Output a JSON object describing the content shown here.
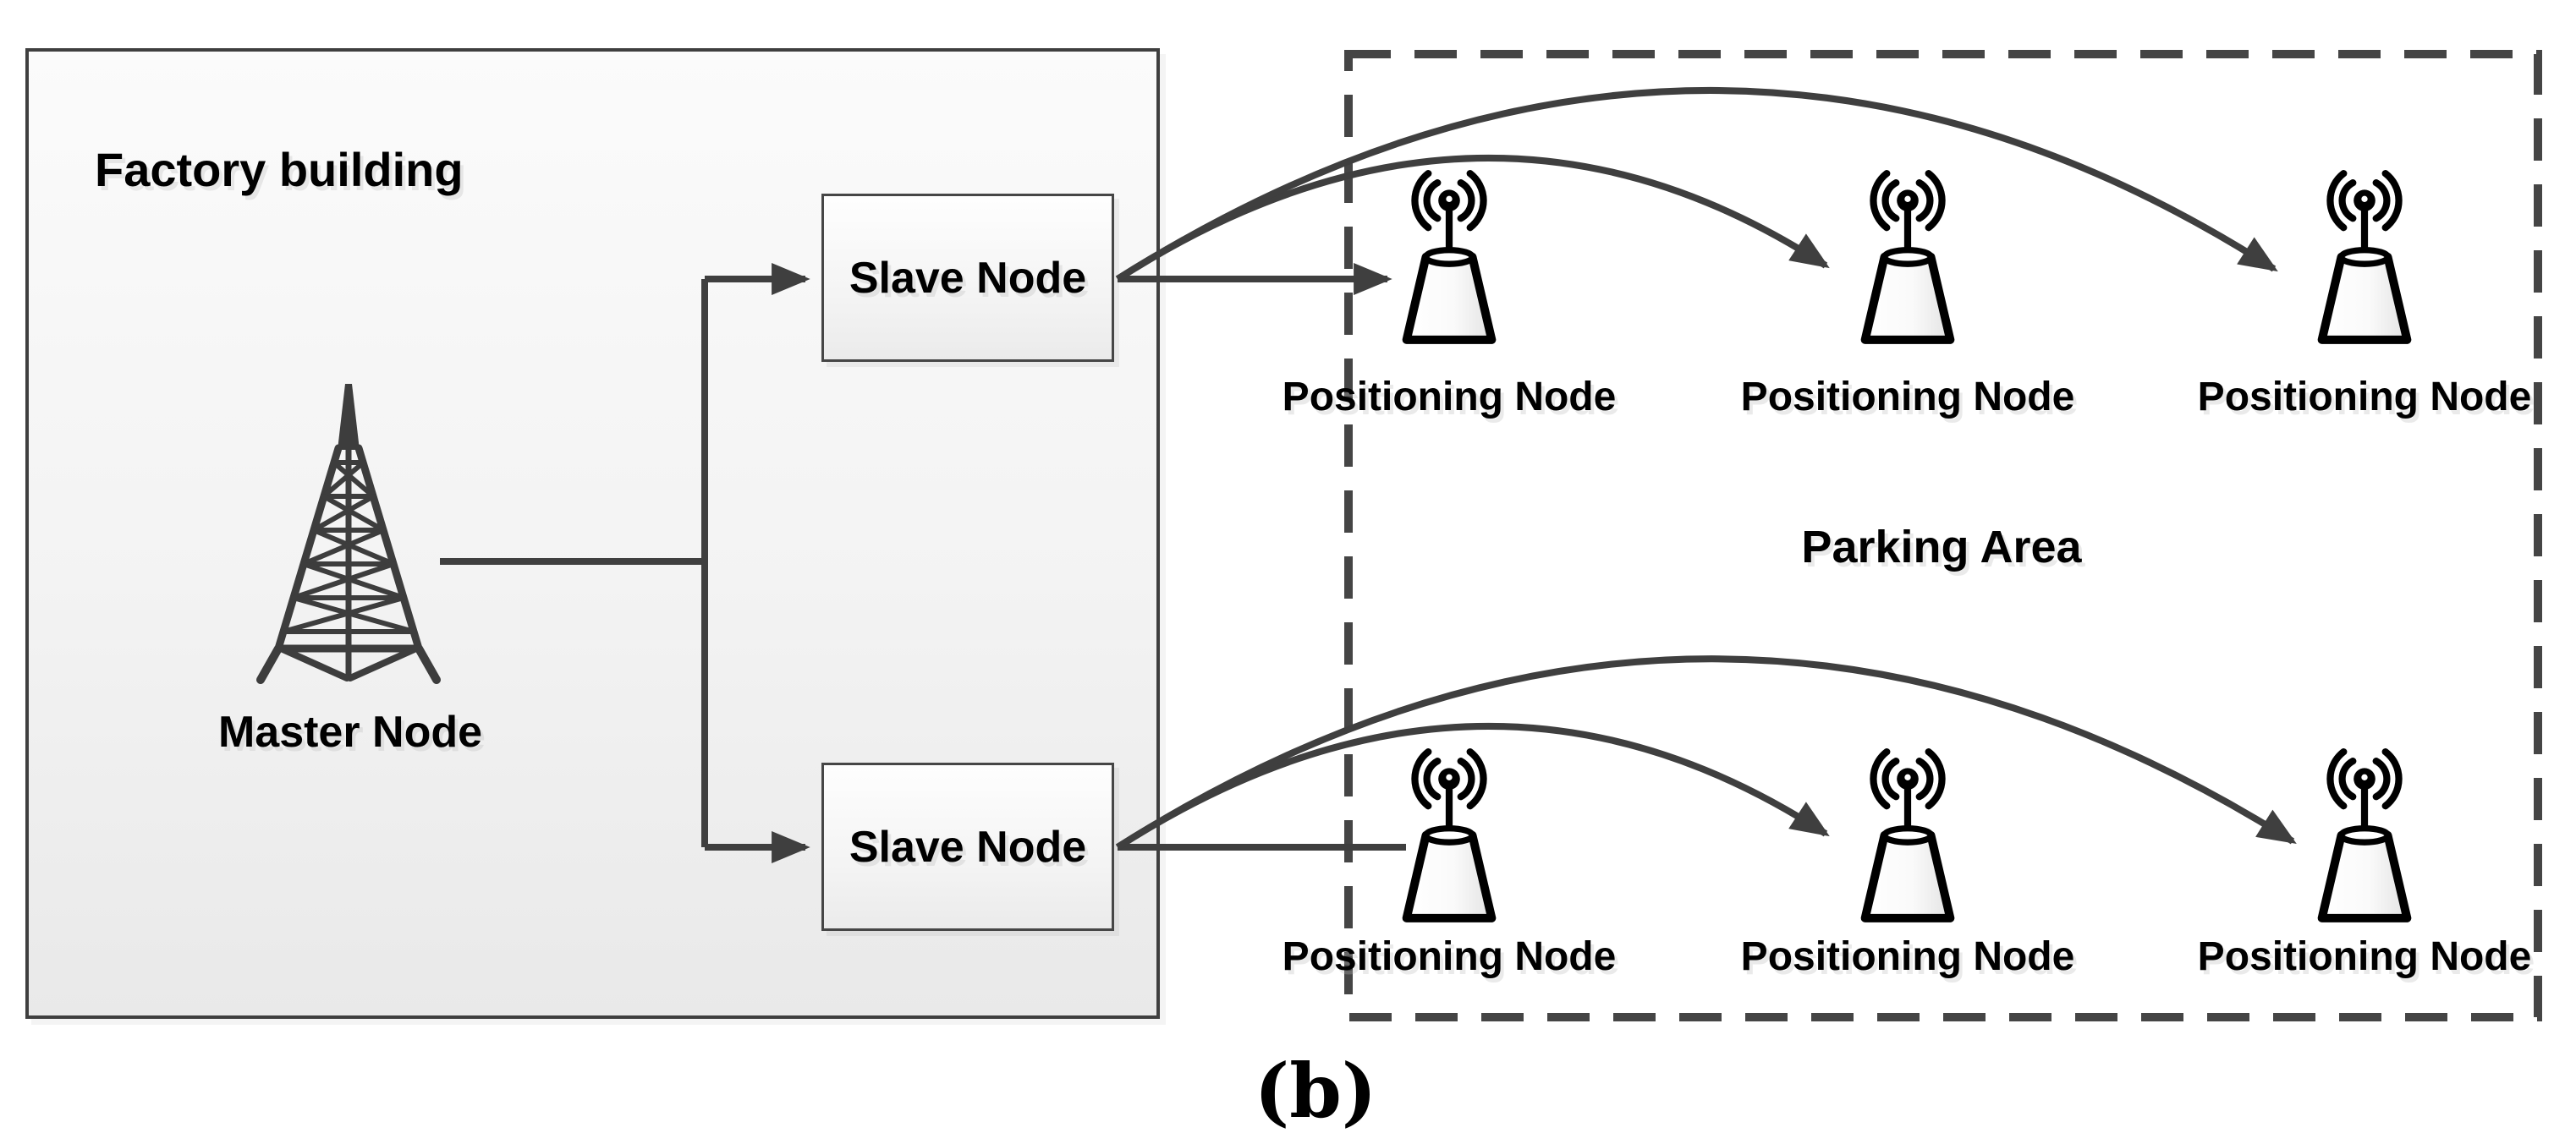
{
  "figure": {
    "caption": "(b)"
  },
  "factory": {
    "title": "Factory building",
    "master_node": {
      "label": "Master Node",
      "icon": "radio-tower-icon"
    },
    "slave_nodes": [
      {
        "label": "Slave Node"
      },
      {
        "label": "Slave Node"
      }
    ]
  },
  "parking": {
    "title": "Parking Area",
    "node_icon": "antenna-beacon-icon",
    "top_row": [
      {
        "label": "Positioning Node"
      },
      {
        "label": "Positioning Node"
      },
      {
        "label": "Positioning Node"
      }
    ],
    "bottom_row": [
      {
        "label": "Positioning Node"
      },
      {
        "label": "Positioning Node"
      },
      {
        "label": "Positioning Node"
      }
    ]
  },
  "colors": {
    "line": "#3f3f3f",
    "dashed_border": "#454545",
    "text": "#000000",
    "box_fill_light": "#fbfbfb",
    "box_fill_dark": "#e9e9e9"
  }
}
